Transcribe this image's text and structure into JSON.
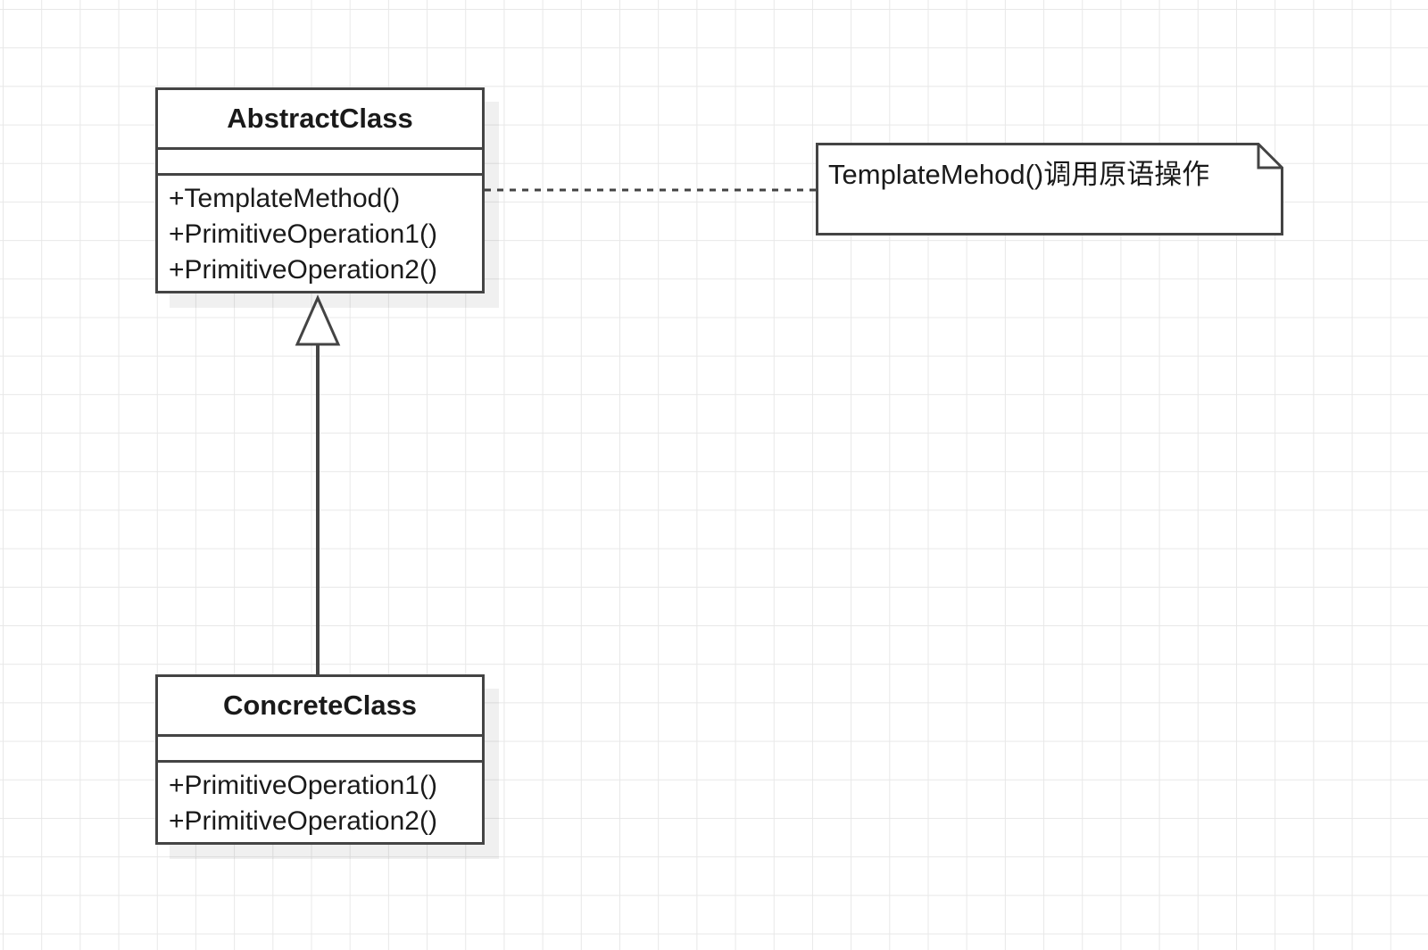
{
  "diagram": {
    "classes": [
      {
        "name": "AbstractClass",
        "attributes": [],
        "operations": [
          "+TemplateMethod()",
          "+PrimitiveOperation1()",
          "+PrimitiveOperation2()"
        ]
      },
      {
        "name": "ConcreteClass",
        "attributes": [],
        "operations": [
          "+PrimitiveOperation1()",
          "+PrimitiveOperation2()"
        ]
      }
    ],
    "note": {
      "text": "TemplateMehod()调用原语操作"
    },
    "relations": {
      "generalization": {
        "from": "ConcreteClass",
        "to": "AbstractClass"
      },
      "note_anchor": {
        "from": "AbstractClass",
        "to": "note"
      }
    }
  },
  "colors": {
    "line": "#444444",
    "grid": "#e8e8e8",
    "background": "#ffffff"
  }
}
